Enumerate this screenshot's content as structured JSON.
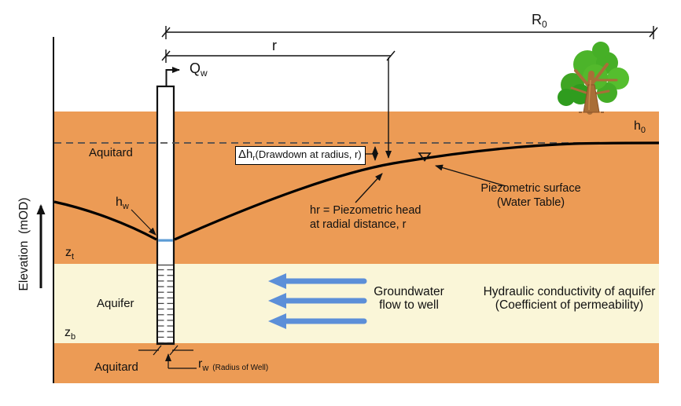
{
  "labels": {
    "elevation_axis": "Elevation  (mOD)",
    "r0": {
      "base": "R",
      "sub": "0"
    },
    "r_dim": "r",
    "qw": {
      "base": "Q",
      "sub": "w"
    },
    "h0": {
      "base": "h",
      "sub": "0"
    },
    "hw": {
      "base": "h",
      "sub": "w"
    },
    "zt": {
      "base": "z",
      "sub": "t"
    },
    "zb": {
      "base": "z",
      "sub": "b"
    },
    "rw": {
      "base": "r",
      "sub": "w",
      "note": "(Radius of Well)"
    },
    "aquitard_top": "Aquitard",
    "aquifer": "Aquifer",
    "aquitard_bottom": "Aquitard",
    "drawdown": {
      "base": "Δh",
      "sub": "r",
      "rest": "(Drawdown at radius, r)"
    },
    "hr_note": {
      "line1": "hr = Piezometric head",
      "line2": "at radial distance, r"
    },
    "piezometric": {
      "line1": "Piezometric surface",
      "line2": "(Water Table)"
    },
    "flow": {
      "line1": "Groundwater",
      "line2": "flow to well"
    },
    "hydraulic": {
      "line1": "Hydraulic conductivity of aquifer",
      "line2": "(Coefficient of permeability)"
    }
  },
  "colors": {
    "aquitard_orange": "#EC9B55",
    "aquifer_cream": "#FAF6D8",
    "flow_arrow_blue": "#5C8FD8",
    "well_water_blue": "#5B9BD5",
    "tree_canopy_green": "#4CB42A",
    "tree_trunk_brown": "#A96E38",
    "line_black": "#111111"
  }
}
